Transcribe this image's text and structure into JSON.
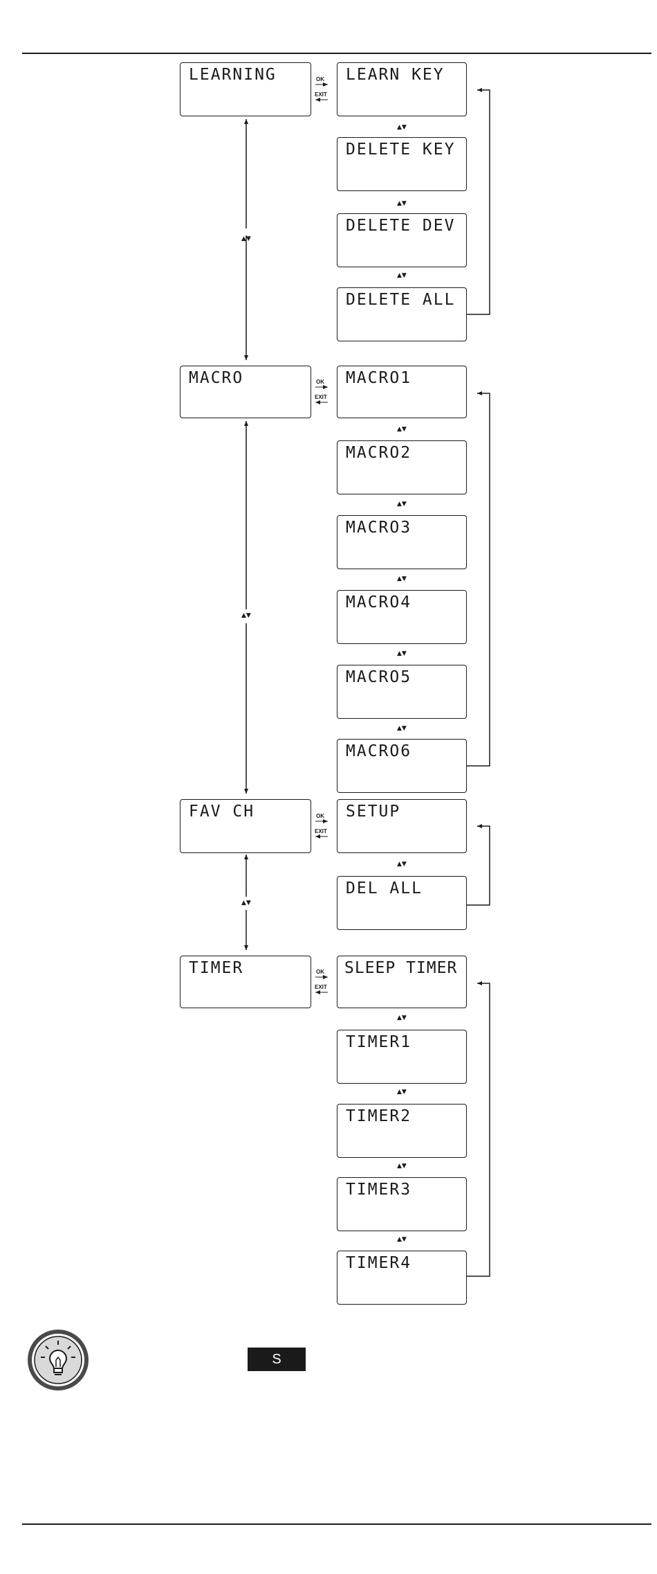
{
  "menus": [
    {
      "label": "LEARNING",
      "items": [
        "LEARN KEY",
        "DELETE KEY",
        "DELETE DEV",
        "DELETE ALL"
      ]
    },
    {
      "label": "MACRO",
      "items": [
        "MACRO1",
        "MACRO2",
        "MACRO3",
        "MACRO4",
        "MACRO5",
        "MACRO6"
      ]
    },
    {
      "label": "FAV CH",
      "items": [
        "SETUP",
        "DEL ALL"
      ]
    },
    {
      "label": "TIMER",
      "items": [
        "SLEEP TIMER",
        "TIMER1",
        "TIMER2",
        "TIMER3",
        "TIMER4"
      ]
    }
  ],
  "keys": {
    "ok": "OK",
    "exit": "EXIT"
  },
  "nav_symbol": "▲▼",
  "tip": {
    "icon": "lightbulb-icon",
    "badge_label": "S"
  }
}
